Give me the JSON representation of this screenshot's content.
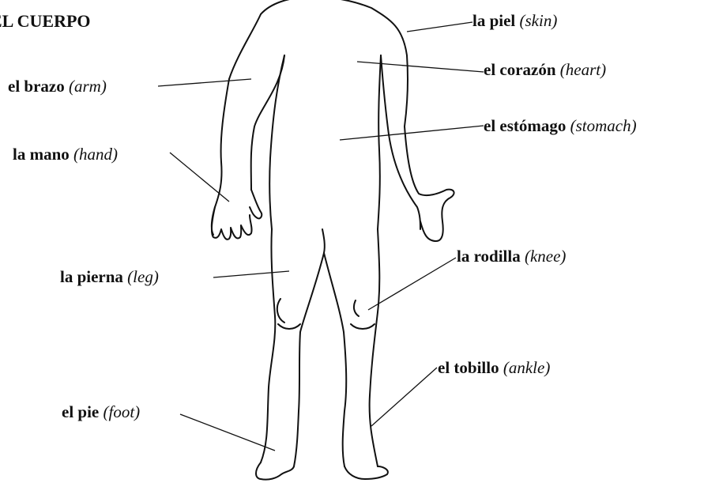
{
  "title": "EL CUERPO",
  "labels": {
    "piel": {
      "es": "la piel",
      "en": "(skin)"
    },
    "corazon": {
      "es": "el corazón",
      "en": "(heart)"
    },
    "brazo": {
      "es": "el brazo",
      "en": "(arm)"
    },
    "estomago": {
      "es": "el estómago",
      "en": "(stomach)"
    },
    "mano": {
      "es": "la mano",
      "en": "(hand)"
    },
    "rodilla": {
      "es": "la rodilla",
      "en": "(knee)"
    },
    "pierna": {
      "es": "la pierna",
      "en": "(leg)"
    },
    "tobillo": {
      "es": "el tobillo",
      "en": "(ankle)"
    },
    "pie": {
      "es": "el pie",
      "en": "(foot)"
    }
  }
}
